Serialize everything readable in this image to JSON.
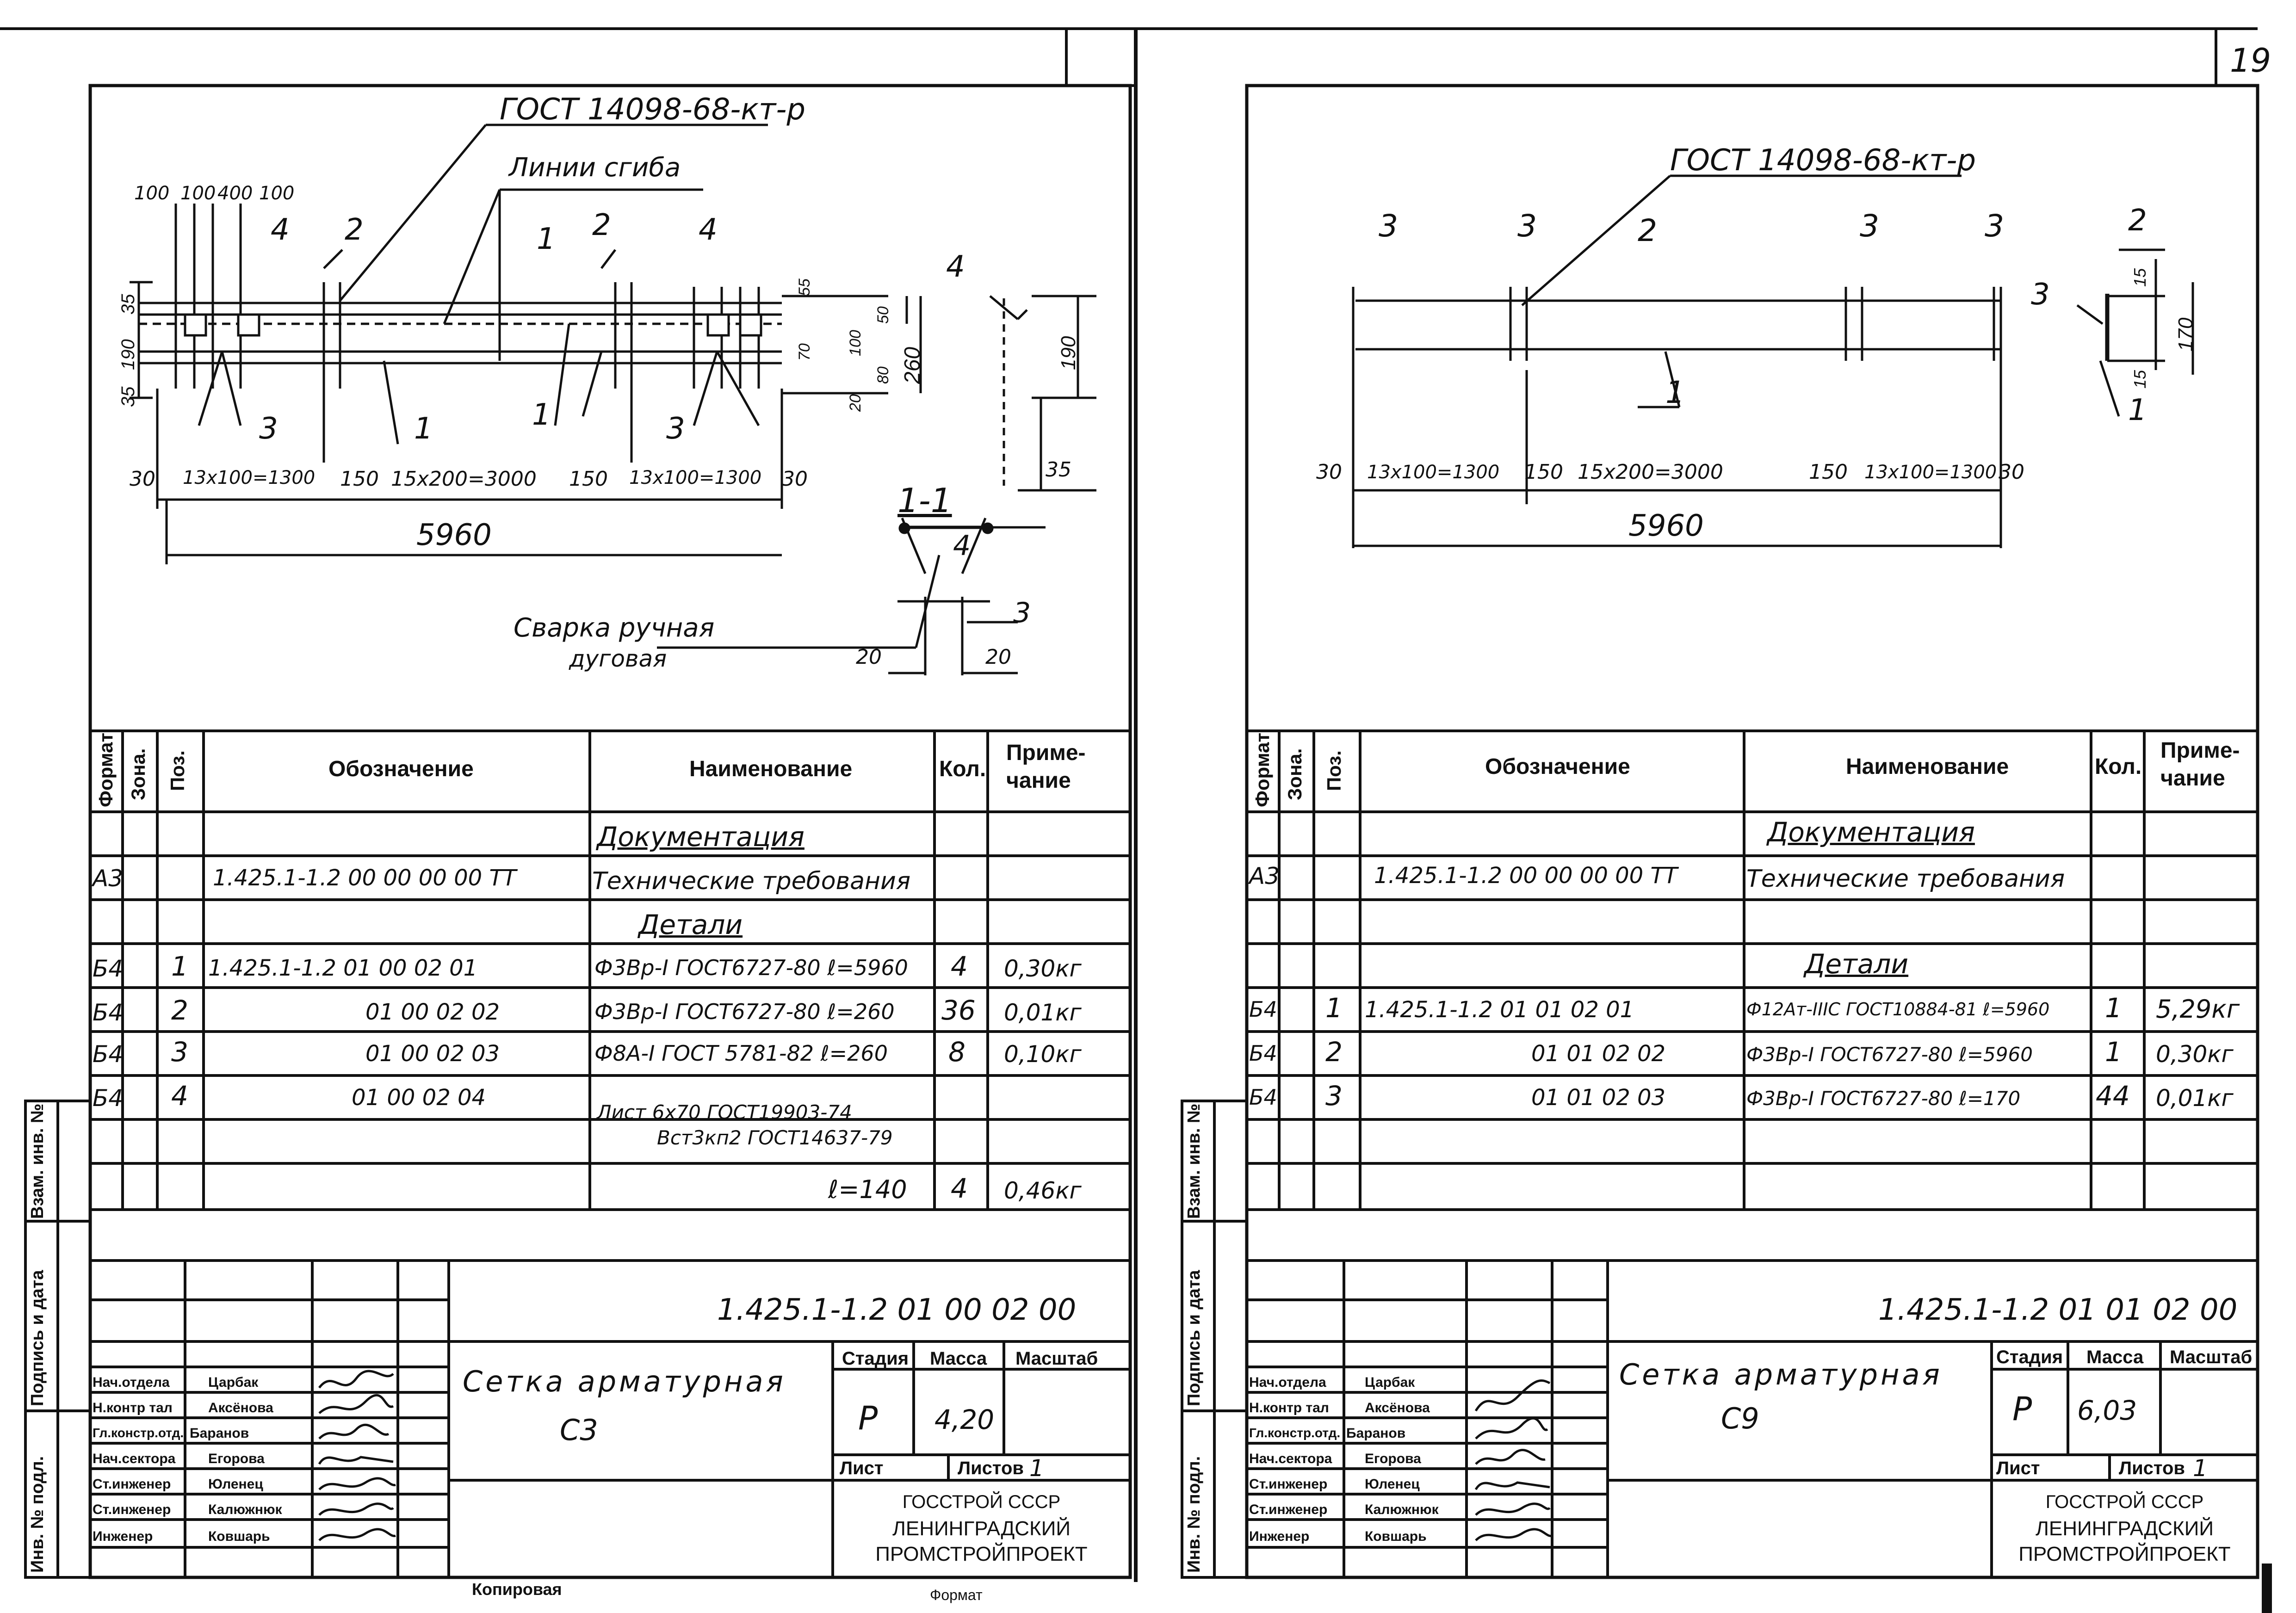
{
  "page_number": "19",
  "bottom_labels": {
    "copy": "Копировая",
    "format": "Формат"
  },
  "side_labels": [
    "Инв. № подл.",
    "Подпись и дата",
    "Взам. инв. №"
  ],
  "table_headers": {
    "format": "Формат",
    "zone": "Зона.",
    "pos": "Поз.",
    "designation": "Обозначение",
    "name": "Наименование",
    "qty": "Кол.",
    "note_1": "Приме-",
    "note_2": "чание"
  },
  "title_block_labels": {
    "stage": "Стадия",
    "mass": "Масса",
    "scale": "Масштаб",
    "sheet": "Лист",
    "sheets": "Листов",
    "org_1": "ГОССТРОЙ СССР",
    "org_2": "ЛЕНИНГРАДСКИЙ",
    "org_3": "ПРОМСТРОЙПРОЕКТ"
  },
  "roles": [
    {
      "role": "Нач.отдела",
      "name": "Царбак"
    },
    {
      "role": "Н.контр тал",
      "name": "Аксёнова"
    },
    {
      "role": "Гл.констр.отд.",
      "name": "Баранов"
    },
    {
      "role": "Нач.сектора",
      "name": "Егорова"
    },
    {
      "role": "Ст.инженер",
      "name": "Юленец"
    },
    {
      "role": "Ст.инженер",
      "name": "Калюжнюк"
    },
    {
      "role": "Инженер",
      "name": "Ковшарь"
    }
  ],
  "left": {
    "drawing": {
      "gost": "ГОСТ 14098-68-кт-р",
      "bend_lines": "Линии сгиба",
      "top_dims": [
        "100",
        "100",
        "400",
        "100"
      ],
      "vert_dims": [
        "35",
        "190",
        "35"
      ],
      "right_dims": [
        "55",
        "50",
        "70",
        "100",
        "80",
        "20",
        "260"
      ],
      "bottom_dims": [
        "30",
        "13х100=1300",
        "150",
        "15х200=3000",
        "150",
        "13х100=1300",
        "30"
      ],
      "total": "5960",
      "pos_labels": [
        "4",
        "2",
        "1",
        "2",
        "4",
        "3",
        "1",
        "1",
        "3"
      ],
      "section_label": "1-1",
      "section_dims": [
        "190",
        "35"
      ],
      "weld_1": "Сварка ручная",
      "weld_2": "дуговая",
      "weld_dims": [
        "20",
        "20"
      ],
      "weld_pos": [
        "4",
        "3"
      ]
    },
    "spec_rows": [
      {
        "format": "",
        "pos": "",
        "designation": "",
        "name": "Документация",
        "qty": "",
        "note": ""
      },
      {
        "format": "А3",
        "pos": "",
        "designation": "1.425.1-1.2 00 00 00 00 ТТ",
        "name": "Технические требования",
        "qty": "",
        "note": ""
      },
      {
        "format": "",
        "pos": "",
        "designation": "",
        "name": "Детали",
        "qty": "",
        "note": ""
      },
      {
        "format": "Б4",
        "pos": "1",
        "designation": "1.425.1-1.2 01 00 02 01",
        "name": "Ф3Вр-I ГОСТ6727-80 ℓ=5960",
        "qty": "4",
        "note": "0,30кг"
      },
      {
        "format": "Б4",
        "pos": "2",
        "designation": "01 00 02 02",
        "name": "Ф3Вр-I ГОСТ6727-80 ℓ=260",
        "qty": "36",
        "note": "0,01кг"
      },
      {
        "format": "Б4",
        "pos": "3",
        "designation": "01 00 02 03",
        "name": "Ф8А-I ГОСТ 5781-82 ℓ=260",
        "qty": "8",
        "note": "0,10кг"
      },
      {
        "format": "Б4",
        "pos": "4",
        "designation": "01 00 02 04",
        "name": "Лист 6х70 ГОСТ19903-74",
        "qty": "",
        "note": ""
      },
      {
        "format": "",
        "pos": "",
        "designation": "",
        "name": "Вст3кп2 ГОСТ14637-79",
        "qty": "",
        "note": ""
      },
      {
        "format": "",
        "pos": "",
        "designation": "",
        "name": "ℓ=140",
        "qty": "4",
        "note": "0,46кг"
      }
    ],
    "doc_code": "1.425.1-1.2 01 00 02 00",
    "title_1": "Сетка арматурная",
    "title_2": "С3",
    "stage": "Р",
    "mass": "4,20",
    "sheets_value": "1"
  },
  "right": {
    "drawing": {
      "gost": "ГОСТ 14098-68-кт-р",
      "pos_labels": [
        "3",
        "3",
        "2",
        "3",
        "3",
        "1"
      ],
      "bottom_dims": [
        "30",
        "13х100=1300",
        "150",
        "15х200=3000",
        "150",
        "13х100=1300",
        "30"
      ],
      "total": "5960",
      "section_labels": [
        "2",
        "3",
        "1"
      ],
      "section_dims": [
        "15",
        "15",
        "170"
      ]
    },
    "spec_rows": [
      {
        "format": "",
        "pos": "",
        "designation": "",
        "name": "Документация",
        "qty": "",
        "note": ""
      },
      {
        "format": "А3",
        "pos": "",
        "designation": "1.425.1-1.2 00 00 00 00 ТТ",
        "name": "Технические требования",
        "qty": "",
        "note": ""
      },
      {
        "format": "",
        "pos": "",
        "designation": "",
        "name": "",
        "qty": "",
        "note": ""
      },
      {
        "format": "",
        "pos": "",
        "designation": "",
        "name": "Детали",
        "qty": "",
        "note": ""
      },
      {
        "format": "Б4",
        "pos": "1",
        "designation": "1.425.1-1.2 01 01 02 01",
        "name": "Ф12Ат-IIIС ГОСТ10884-81 ℓ=5960",
        "qty": "1",
        "note": "5,29кг"
      },
      {
        "format": "Б4",
        "pos": "2",
        "designation": "01 01 02 02",
        "name": "Ф3Вр-I ГОСТ6727-80 ℓ=5960",
        "qty": "1",
        "note": "0,30кг"
      },
      {
        "format": "Б4",
        "pos": "3",
        "designation": "01 01 02 03",
        "name": "Ф3Вр-I ГОСТ6727-80 ℓ=170",
        "qty": "44",
        "note": "0,01кг"
      }
    ],
    "doc_code": "1.425.1-1.2 01 01 02 00",
    "title_1": "Сетка арматурная",
    "title_2": "С9",
    "stage": "Р",
    "mass": "6,03",
    "sheets_value": "1"
  }
}
